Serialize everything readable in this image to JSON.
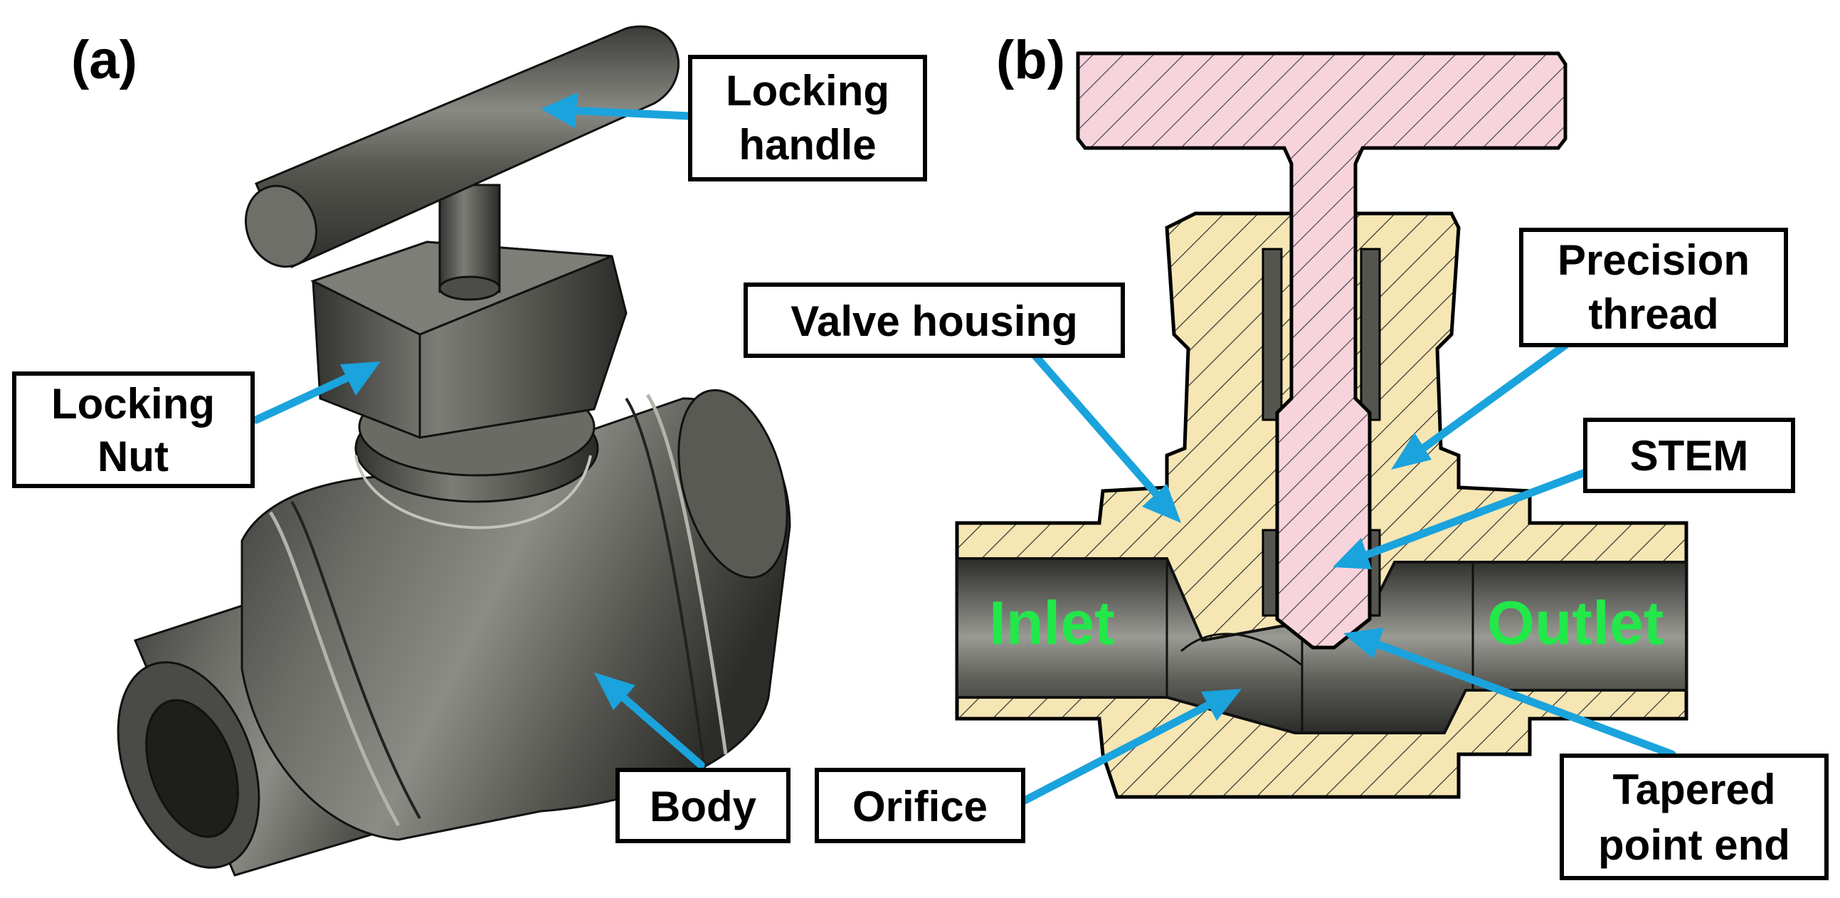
{
  "panels": {
    "a": "(a)",
    "b": "(b)"
  },
  "callouts": {
    "locking_handle": [
      "Locking",
      "handle"
    ],
    "locking_nut": [
      "Locking",
      "Nut"
    ],
    "body": "Body",
    "valve_housing": "Valve housing",
    "precision_thread": [
      "Precision",
      "thread"
    ],
    "stem": "STEM",
    "orifice": "Orifice",
    "tapered_point_end": [
      "Tapered",
      "point end"
    ]
  },
  "flow": {
    "inlet": "Inlet",
    "outlet": "Outlet"
  },
  "colors": {
    "arrow": "#1aa3dc",
    "housing_fill": "#f5e6b4",
    "stem_fill": "#f7d4dc",
    "flow_text": "#22e84a",
    "metal": "#5c5c58"
  }
}
